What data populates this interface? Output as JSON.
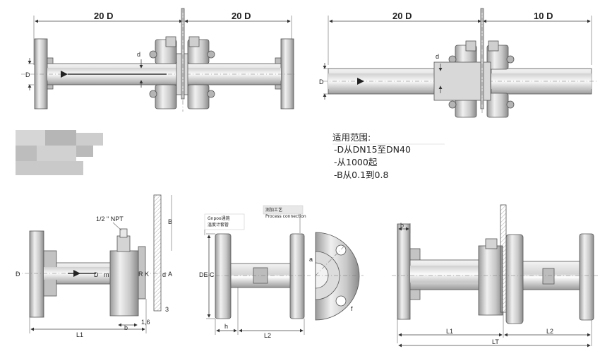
{
  "top_left": {
    "dim_left": "20 D",
    "dim_right": "20 D",
    "label_D": "D",
    "label_d": "d"
  },
  "top_right": {
    "dim_left": "20 D",
    "dim_right": "10 D",
    "label_D": "D",
    "label_d": "d"
  },
  "scope": {
    "title": "适用范围:",
    "lines": [
      "-D从DN15至DN40",
      "-从1000起",
      "-B从0.1到0.8"
    ]
  },
  "bottom_left": {
    "npt": "1/2 \" NPT",
    "labels": {
      "D": "D",
      "D2": "D",
      "m": "m",
      "R": "R",
      "K": "K",
      "d": "d",
      "A": "A",
      "B": "B",
      "b": "b",
      "L1": "L1",
      "v16": "1,6",
      "v3": "3"
    }
  },
  "bottom_mid": {
    "box1_line1": "Gnpoo通施",
    "box1_line2": "温度计套管",
    "box2_line1": "测加工艺",
    "box2_line2": "Process connection",
    "labels": {
      "DEC": "DE C",
      "h": "h",
      "L2": "L2",
      "a": "a",
      "f": "f"
    }
  },
  "bottom_right": {
    "labels": {
      "b": "b",
      "L1": "L1",
      "L2": "L2",
      "LT": "LT"
    }
  },
  "colors": {
    "metal_light": "#e6e6e6",
    "metal_dark": "#8a8a8a",
    "line": "#444444",
    "blur": "#a8a8a8"
  }
}
